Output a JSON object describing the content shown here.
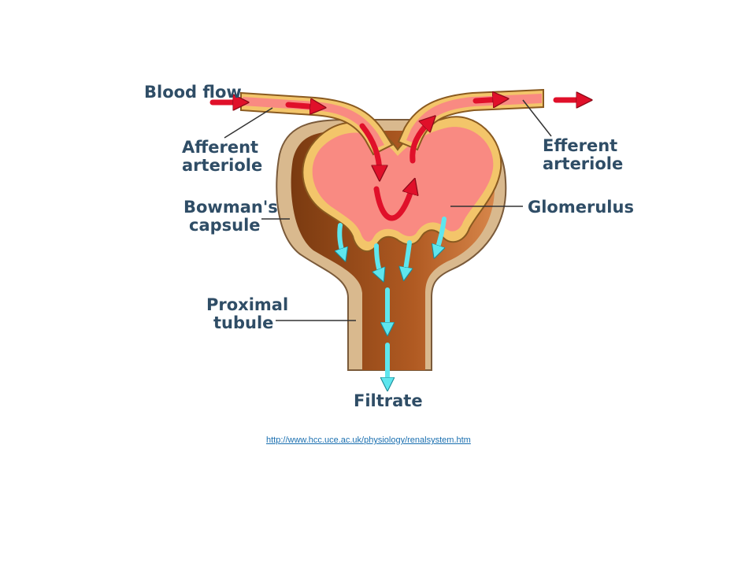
{
  "labels": {
    "blood_flow": "Blood flow",
    "afferent_1": "Afferent",
    "afferent_2": "arteriole",
    "efferent_1": "Efferent",
    "efferent_2": "arteriole",
    "bowmans_1": "Bowman's",
    "bowmans_2": "capsule",
    "glomerulus": "Glomerulus",
    "proximal_1": "Proximal",
    "proximal_2": "tubule",
    "filtrate": "Filtrate"
  },
  "source_link": "http://www.hcc.uce.ac.uk/physiology/renalsystem.htm",
  "colors": {
    "capsule_outer": "#d9b98e",
    "capsule_inner": "#8b4513",
    "glomerulus": "#f98a82",
    "vessel_outline": "#f3c56a",
    "blood_arrow": "#e0102a",
    "filtrate_arrow": "#5ee6ee",
    "label_text": "#2f4d66"
  }
}
